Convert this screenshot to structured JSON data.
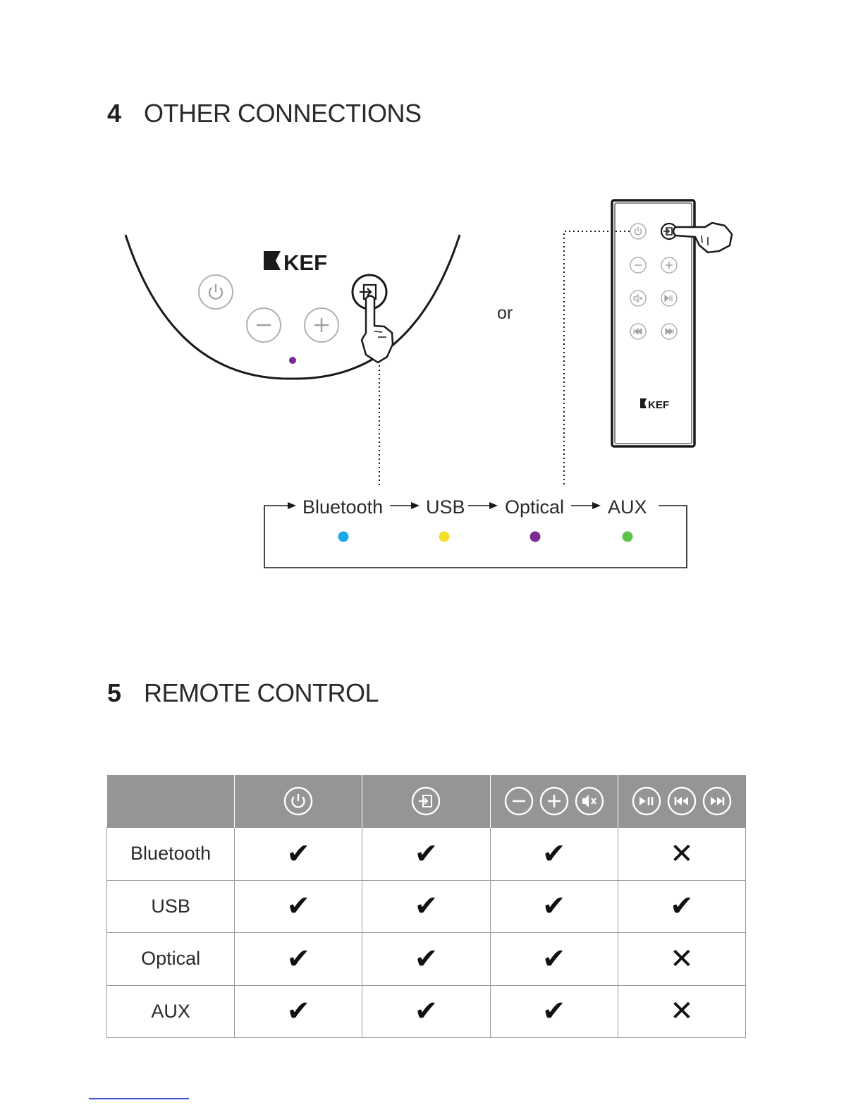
{
  "section4": {
    "number": "4",
    "title": "OTHER CONNECTIONS"
  },
  "speaker": {
    "logo": "KEF",
    "led_color": "#7a2a90"
  },
  "or_label": "or",
  "remote": {
    "logo": "KEF"
  },
  "sources": [
    {
      "label": "Bluetooth",
      "color": "#1aa9ea"
    },
    {
      "label": "USB",
      "color": "#f2e02c"
    },
    {
      "label": "Optical",
      "color": "#7a2a90"
    },
    {
      "label": "AUX",
      "color": "#5cc24a"
    }
  ],
  "section5": {
    "number": "5",
    "title": "REMOTE CONTROL"
  },
  "table": {
    "header_icons": [
      [
        "power-icon"
      ],
      [
        "input-icon"
      ],
      [
        "volume-down-icon",
        "volume-up-icon",
        "mute-icon"
      ],
      [
        "play-pause-icon",
        "previous-track-icon",
        "next-track-icon"
      ]
    ],
    "rows": [
      {
        "label": "Bluetooth",
        "marks": [
          "✔",
          "✔",
          "✔",
          "✕"
        ]
      },
      {
        "label": "USB",
        "marks": [
          "✔",
          "✔",
          "✔",
          "✔"
        ]
      },
      {
        "label": "Optical",
        "marks": [
          "✔",
          "✔",
          "✔",
          "✕"
        ]
      },
      {
        "label": "AUX",
        "marks": [
          "✔",
          "✔",
          "✔",
          "✕"
        ]
      }
    ]
  }
}
